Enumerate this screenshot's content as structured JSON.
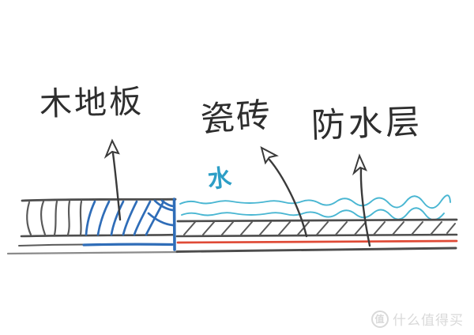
{
  "title": "hand-drawn floor waterproofing cross-section diagram",
  "labels": {
    "wood_floor": "木地板",
    "tile": "瓷砖",
    "waterproof_layer": "防水层",
    "water": "水"
  },
  "watermark": {
    "logo": "值",
    "text": "什么值得买"
  },
  "colors": {
    "background": "#ffffff",
    "ink_black": "#3a3a3a",
    "pencil_gray": "#4d4d4d",
    "water_wave_cyan": "#49b6d2",
    "water_label_blue": "#2d9ec6",
    "soaked_wood_blue": "#2f6db8",
    "waterproof_red": "#df4a36",
    "watermark_gray": "#d9d9d9"
  }
}
